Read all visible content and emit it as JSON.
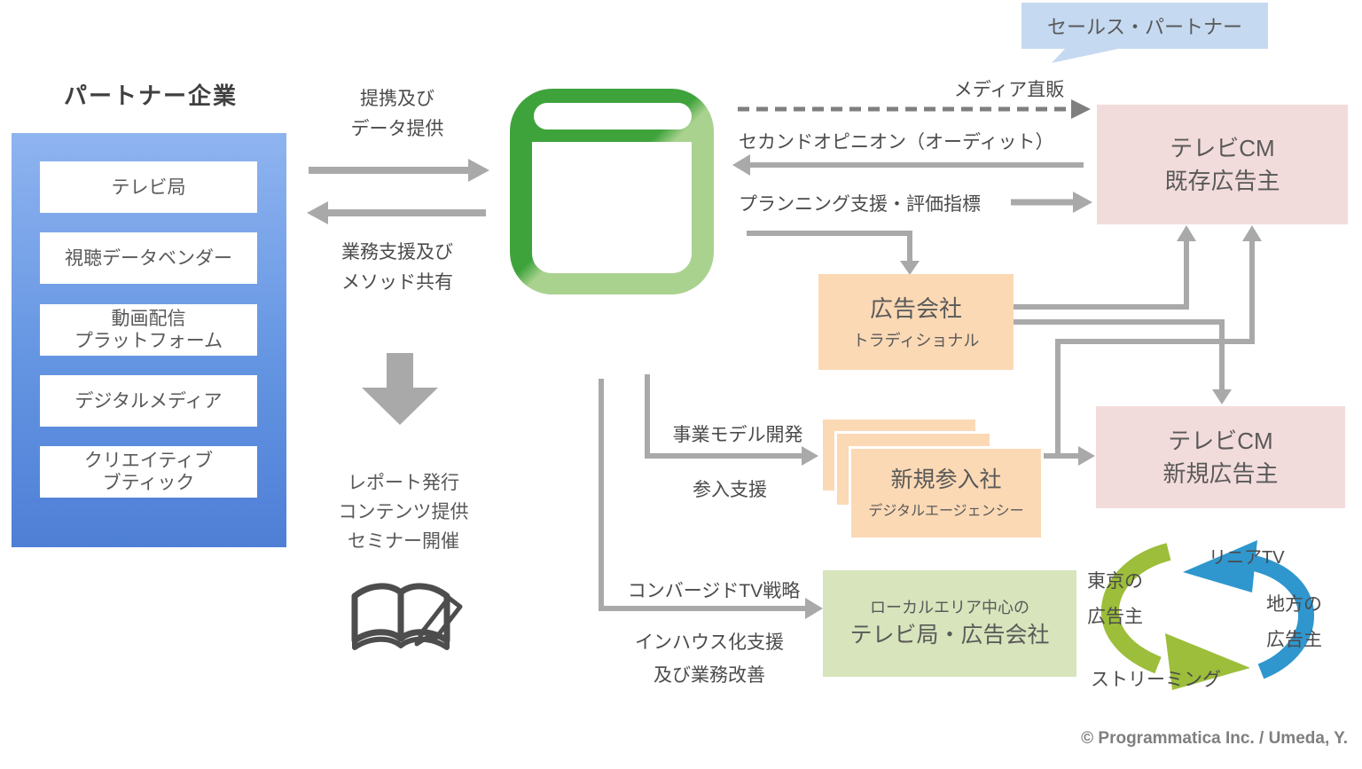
{
  "palette": {
    "panel_blue_top": "#8fb4f0",
    "panel_blue_bottom": "#4e7fd6",
    "box_pink": "#f2dcdb",
    "box_peach": "#fbd9b5",
    "box_green": "#d7e4bc",
    "bubble_blue": "#c5d9f1",
    "arrow_gray": "#a9a9a9",
    "dashed_gray": "#7f7f7f",
    "logo_dark_green": "#3fa33c",
    "logo_light_green": "#a9d28f",
    "cycle_green": "#9cbe3a",
    "cycle_blue": "#2f96ce",
    "text_gray": "#595959"
  },
  "left_panel": {
    "heading": "パートナー企業",
    "items": [
      "テレビ局",
      "視聴データベンダー",
      "動画配信\nプラットフォーム",
      "デジタルメディア",
      "クリエイティブ\nブティック"
    ]
  },
  "bubble": {
    "text": "セールス・パートナー"
  },
  "labels": {
    "tie_up": "提携及び\nデータ提供",
    "support": "業務支援及び\nメソッド共有",
    "media_direct": "メディア直販",
    "second_opinion": "セカンドオピニオン（オーディット）",
    "planning": "プランニング支援・評価指標",
    "biz_model": "事業モデル開発",
    "entry_support": "参入支援",
    "converged": "コンバージドTV戦略",
    "inhouse": "インハウス化支援\n及び業務改善",
    "deliverables": "レポート発行\nコンテンツ提供\nセミナー開催"
  },
  "boxes": {
    "existing": {
      "line1": "テレビCM",
      "line2": "既存広告主"
    },
    "agency": {
      "title": "広告会社",
      "subtitle": "トラディショナル"
    },
    "newcomer": {
      "title": "新規参入社",
      "subtitle": "デジタルエージェンシー"
    },
    "new_adv": {
      "line1": "テレビCM",
      "line2": "新規広告主"
    },
    "local": {
      "subtitle": "ローカルエリア中心の",
      "title": "テレビ局・広告会社"
    }
  },
  "cycle": {
    "top": "リニアTV",
    "left": "東京の\n広告主",
    "right": "地方の\n広告主",
    "bottom": "ストリーミング"
  },
  "footer": {
    "copyright": "© Programmatica Inc. / Umeda, Y."
  }
}
